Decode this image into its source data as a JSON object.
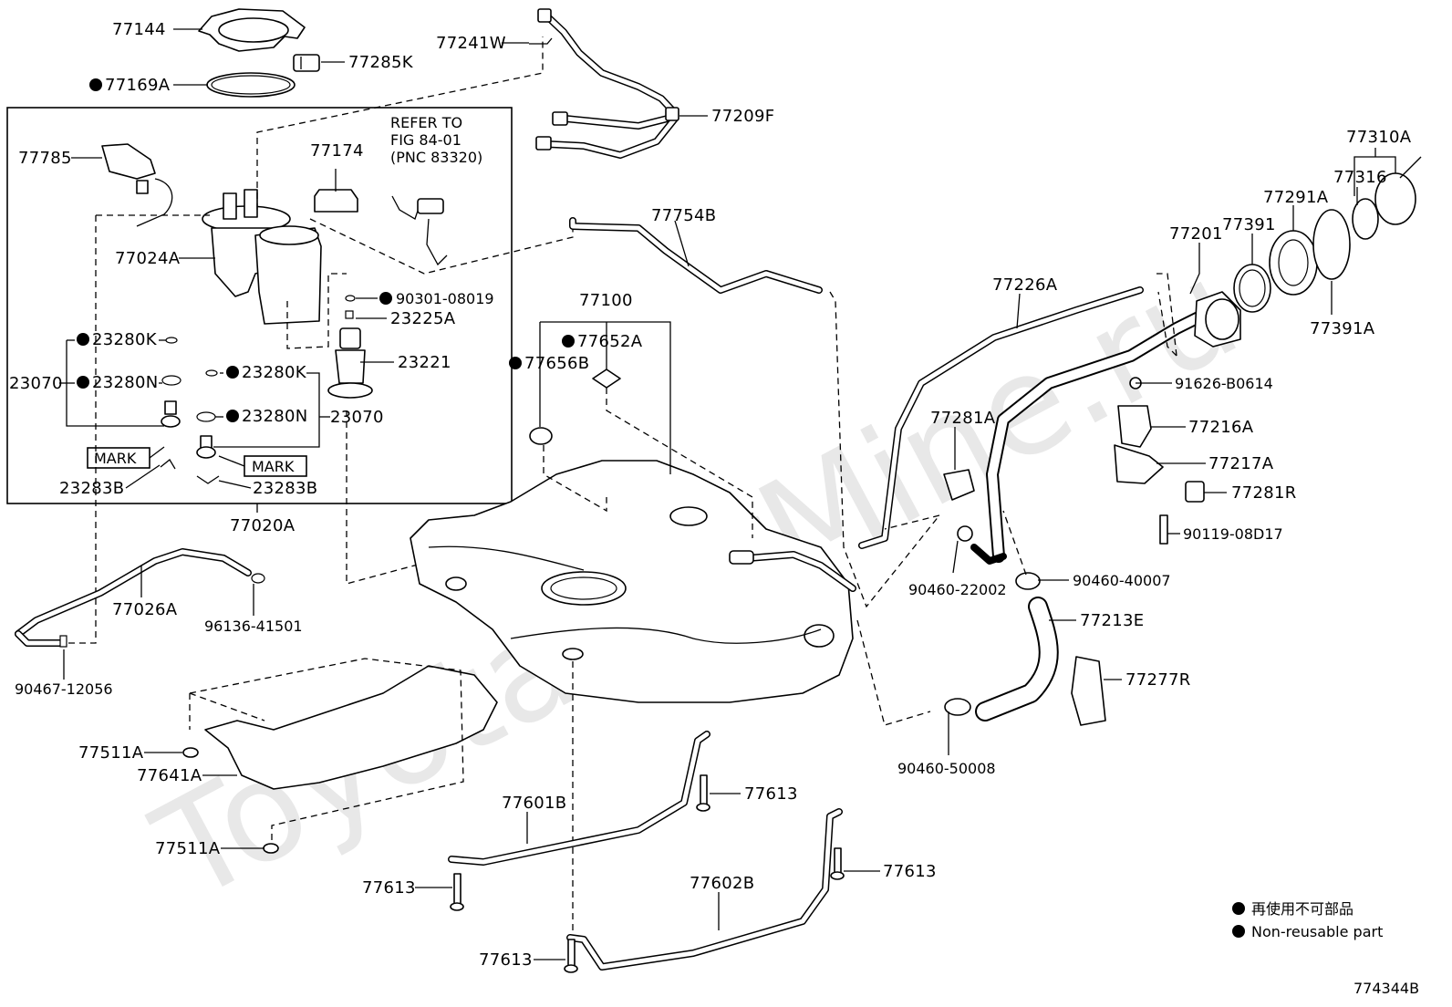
{
  "watermark": "ToyotaCarMine.ru",
  "diagram_id": "774344B",
  "refer_note": {
    "line1": "REFER TO",
    "line2": "FIG 84-01",
    "line3": "(PNC 83320)"
  },
  "boxes": {
    "mark_left": "MARK",
    "mark_right": "MARK"
  },
  "legend": {
    "jp": "再使用不可部品",
    "en": "Non-reusable part"
  },
  "parts": {
    "p77144": "77144",
    "p77285K": "77285K",
    "p77169A": "77169A",
    "p77241W": "77241W",
    "p77209F": "77209F",
    "p77785": "77785",
    "p77174": "77174",
    "p77024A": "77024A",
    "p90301": "90301-08019",
    "p23225A": "23225A",
    "p23280K_1": "23280K",
    "p23070_1": "23070",
    "p23280N_1": "23280N",
    "p23280K_2": "23280K",
    "p23221": "23221",
    "p23280N_2": "23280N",
    "p23070_2": "23070",
    "p23283B_1": "23283B",
    "p23283B_2": "23283B",
    "p77020A": "77020A",
    "p77754B": "77754B",
    "p77100": "77100",
    "p77652A": "77652A",
    "p77656B": "77656B",
    "p77310A": "77310A",
    "p77316": "77316",
    "p77291A": "77291A",
    "p77201": "77201",
    "p77391": "77391",
    "p77226A": "77226A",
    "p77391A": "77391A",
    "p91626": "91626-B0614",
    "p77216A": "77216A",
    "p77281A": "77281A",
    "p77217A": "77217A",
    "p77281R": "77281R",
    "p90119": "90119-08D17",
    "p90460_40007": "90460-40007",
    "p90460_22002": "90460-22002",
    "p77213E": "77213E",
    "p77277R": "77277R",
    "p90460_50008": "90460-50008",
    "p77026A": "77026A",
    "p96136": "96136-41501",
    "p90467": "90467-12056",
    "p77511A_1": "77511A",
    "p77641A": "77641A",
    "p77511A_2": "77511A",
    "p77601B": "77601B",
    "p77613_1": "77613",
    "p77613_2": "77613",
    "p77602B": "77602B",
    "p77613_3": "77613",
    "p77613_4": "77613"
  }
}
